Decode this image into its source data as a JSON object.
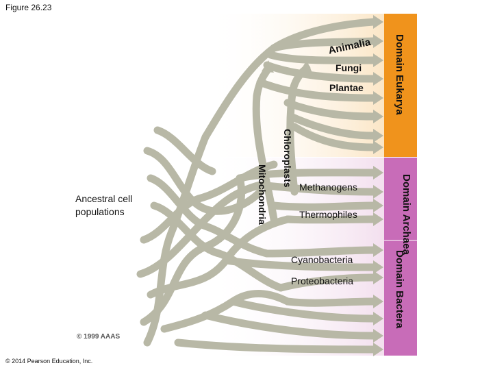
{
  "figure_label": "Figure 26.23",
  "ancestral_label": "Ancestral cell populations",
  "copyright_aaas": "© 1999 AAAS",
  "copyright_pearson": "© 2014 Pearson Education, Inc.",
  "domains": {
    "eukarya": "Domain Eukarya",
    "archaea": "Domain Archaea",
    "bacteria": "Domain Bactera"
  },
  "groups": {
    "animalia": "Animalia",
    "fungi": "Fungi",
    "plantae": "Plantae",
    "methanogens": "Methanogens",
    "thermophiles": "Thermophiles",
    "cyanobacteria": "Cyanobacteria",
    "proteobacteria": "Proteobacteria"
  },
  "organelles": {
    "chloroplasts": "Chloroplasts",
    "mitochondria": "Mitochondria"
  },
  "colors": {
    "branch": "#b8b8a6",
    "branch_edge": "#9c9c8a",
    "eukarya_band": "#f0931c",
    "prokaryote_band": "#c86cb8",
    "background_fade": "#f3dfee"
  }
}
